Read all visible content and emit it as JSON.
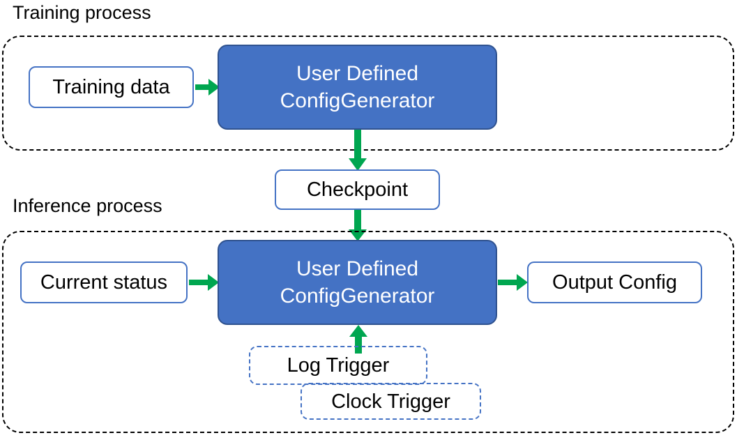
{
  "diagram": {
    "title_training": "Training process",
    "title_inference": "Inference process",
    "colors": {
      "process_fill": "#4472C4",
      "process_border": "#2F528F",
      "node_border": "#4472C4",
      "arrow": "#00A650",
      "container_border": "#000000",
      "text_on_blue": "#FFFFFF",
      "text": "#000000"
    }
  },
  "training": {
    "label": "Training process",
    "input": {
      "label": "Training data"
    },
    "processor": {
      "line1": "User Defined",
      "line2": "ConfigGenerator"
    }
  },
  "bridge": {
    "checkpoint": {
      "label": "Checkpoint"
    }
  },
  "inference": {
    "label": "Inference process",
    "input": {
      "label": "Current status"
    },
    "processor": {
      "line1": "User Defined",
      "line2": "ConfigGenerator"
    },
    "output": {
      "label": "Output Config"
    },
    "triggers": [
      {
        "label": "Log Trigger"
      },
      {
        "label": "Clock Trigger"
      }
    ]
  },
  "arrows": {
    "training_data_to_processor": "arrow-right-icon",
    "training_processor_to_checkpoint": "arrow-down-icon",
    "checkpoint_to_inference_processor": "arrow-down-icon",
    "current_status_to_processor": "arrow-right-icon",
    "processor_to_output": "arrow-right-icon",
    "trigger_to_processor": "arrow-up-icon"
  }
}
